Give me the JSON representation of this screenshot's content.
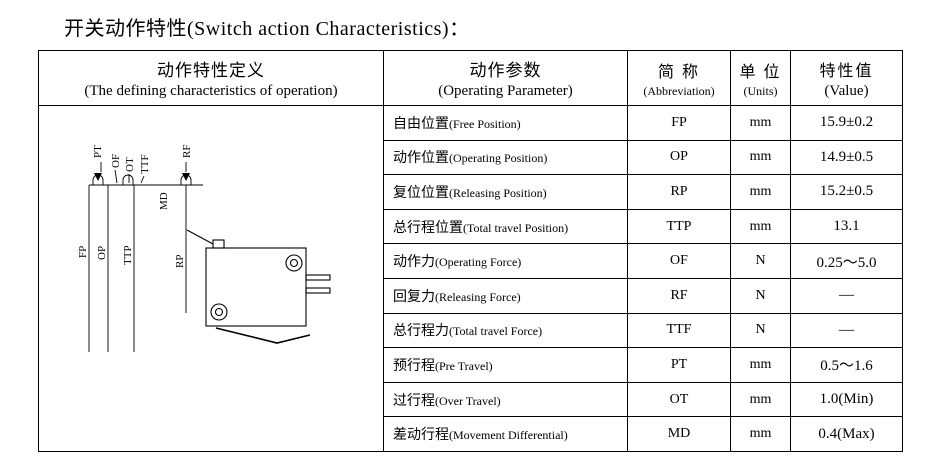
{
  "title": "开关动作特性(Switch action Characteristics)：",
  "table": {
    "headers": {
      "definition_cn": "动作特性定义",
      "definition_en": "(The defining characteristics of operation)",
      "parameter_cn": "动作参数",
      "parameter_en": "(Operating Parameter)",
      "abbreviation_cn": "简  称",
      "abbreviation_en": "(Abbreviation)",
      "units_cn": "单 位",
      "units_en": "(Units)",
      "value_cn": "特性值",
      "value_en": "(Value)"
    },
    "rows": [
      {
        "name_cn": "自由位置",
        "name_en": "(Free Position)",
        "abbr": "FP",
        "unit": "mm",
        "value": "15.9±0.2"
      },
      {
        "name_cn": "动作位置",
        "name_en": "(Operating Position)",
        "abbr": "OP",
        "unit": "mm",
        "value": "14.9±0.5"
      },
      {
        "name_cn": "复位位置",
        "name_en": "(Releasing Position)",
        "abbr": "RP",
        "unit": "mm",
        "value": "15.2±0.5"
      },
      {
        "name_cn": "总行程位置",
        "name_en": "(Total travel Position)",
        "abbr": "TTP",
        "unit": "mm",
        "value": "13.1"
      },
      {
        "name_cn": "动作力",
        "name_en": "(Operating Force)",
        "abbr": "OF",
        "unit": "N",
        "value": "0.25～5.0"
      },
      {
        "name_cn": "回复力",
        "name_en": "(Releasing Force)",
        "abbr": "RF",
        "unit": "N",
        "value": "—"
      },
      {
        "name_cn": "总行程力",
        "name_en": "(Total travel Force)",
        "abbr": "TTF",
        "unit": "N",
        "value": "—"
      },
      {
        "name_cn": "预行程",
        "name_en": "(Pre Travel)",
        "abbr": "PT",
        "unit": "mm",
        "value": "0.5～1.6"
      },
      {
        "name_cn": "过行程",
        "name_en": "(Over Travel)",
        "abbr": "OT",
        "unit": "mm",
        "value": "1.0(Min)"
      },
      {
        "name_cn": "差动行程",
        "name_en": "(Movement Differential)",
        "abbr": "MD",
        "unit": "mm",
        "value": "0.4(Max)"
      }
    ]
  },
  "diagram": {
    "top_labels": [
      "PT",
      "OF",
      "OT",
      "TTF",
      "MD",
      "RF"
    ],
    "line_labels": [
      "FP",
      "OP",
      "TTP",
      "RP"
    ]
  }
}
